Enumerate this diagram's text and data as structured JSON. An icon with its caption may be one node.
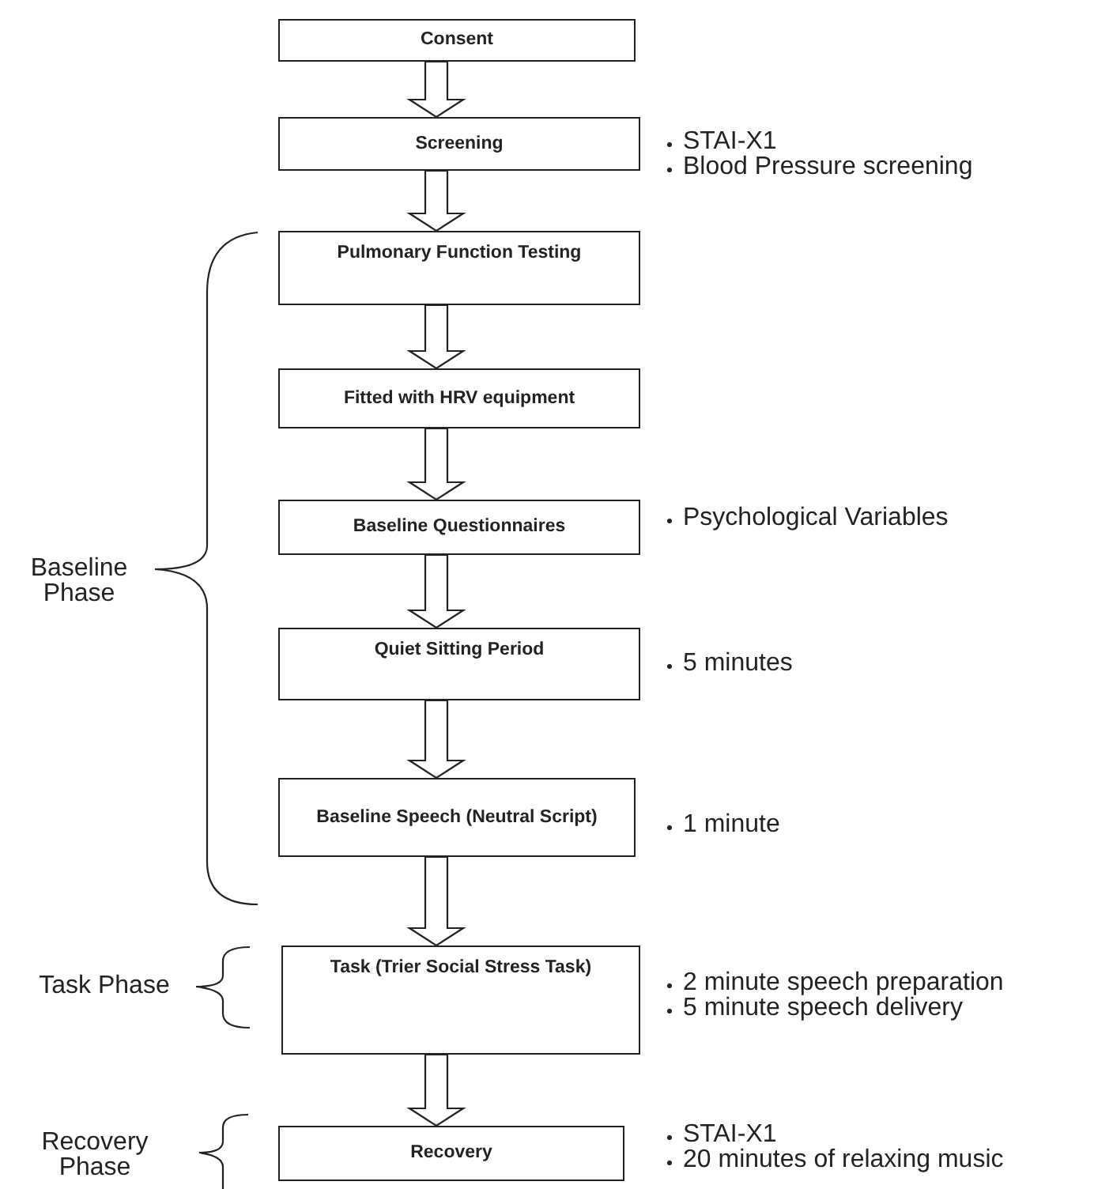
{
  "diagram": {
    "nodes": [
      {
        "text": [
          "Consent"
        ]
      },
      {
        "text": [
          "Screening"
        ],
        "beside": [
          "STAI-X1",
          "Blood Pressure screening"
        ]
      },
      {
        "text": [
          "Pulmonary Function Testing"
        ]
      },
      {
        "text": [
          "Fitted with HRV equipment"
        ]
      },
      {
        "text": [
          "Baseline Questionnaires"
        ],
        "beside": [
          "Psychological Variables"
        ]
      },
      {
        "text": [
          "Quiet Sitting Period"
        ],
        "beside": [
          "5 minutes"
        ]
      },
      {
        "text": [
          "Baseline Speech (Neutral Script)"
        ],
        "beside": [
          "1 minute"
        ]
      },
      {
        "text": [
          "Task (Trier Social Stress Task)"
        ],
        "beside": [
          "2 minute speech preparation",
          "5 minute speech delivery"
        ]
      },
      {
        "text": [
          "Recovery"
        ],
        "beside": [
          "STAI-X1",
          "20 minutes of relaxing music"
        ]
      }
    ],
    "edges": [
      {
        "from": 0,
        "to": 1,
        "arrow": "to"
      },
      {
        "from": 1,
        "to": 2,
        "arrow": "to"
      },
      {
        "from": 2,
        "to": 3,
        "arrow": "to"
      },
      {
        "from": 3,
        "to": 4,
        "arrow": "to"
      },
      {
        "from": 4,
        "to": 5,
        "arrow": "to"
      },
      {
        "from": 5,
        "to": 6,
        "arrow": "to"
      },
      {
        "from": 6,
        "to": 7,
        "arrow": "to"
      },
      {
        "from": 7,
        "to": 8,
        "arrow": "to"
      }
    ],
    "labels": [
      "Baseline Phase",
      "Task Phase",
      "Recovery Phase"
    ]
  }
}
